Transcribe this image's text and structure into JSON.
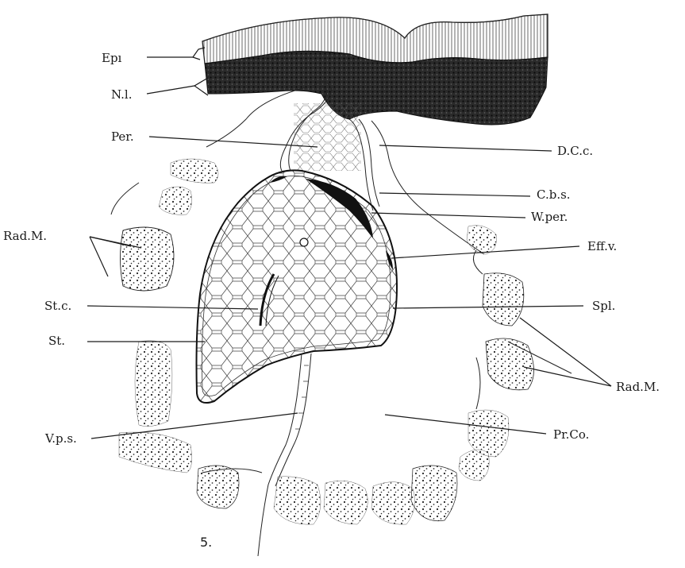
{
  "figure": {
    "number": "5."
  },
  "labels": {
    "epi": "Epı",
    "nl": "N.l.",
    "per": "Per.",
    "dcc": "D.C.c.",
    "cbs": "C.b.s.",
    "wper": "W.per.",
    "radm_left": "Rad.M.",
    "effv": "Eff.v.",
    "stc": "St.c.",
    "spl": "Spl.",
    "st": "St.",
    "radm_right": "Rad.M.",
    "vps": "V.p.s.",
    "prco": "Pr.Co."
  }
}
